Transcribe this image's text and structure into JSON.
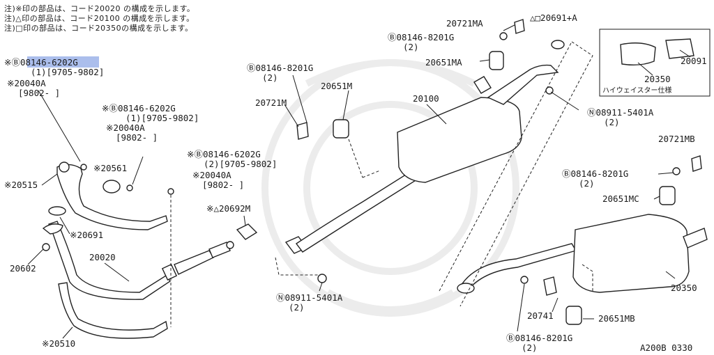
{
  "notes": [
    "注)※印の部品は、コード20020 の構成を示します。",
    "注)△印の部品は、コード20100 の構成を示します。",
    "注)□印の部品は、コード20350の構成を示します。"
  ],
  "callouts": {
    "c1": "※Ⓑ08146-6202G",
    "c1b": "(1)[9705-9802]",
    "c2": "※20040A",
    "c2b": "[9802-     ]",
    "c3": "※Ⓑ08146-6202G",
    "c3b": "(1)[9705-9802]",
    "c4": "※20040A",
    "c4b": "[9802-     ]",
    "c5": "※20561",
    "c6": "※20515",
    "c7": "※Ⓑ08146-6202G",
    "c7b": "(2)[9705-9802]",
    "c8": "※20040A",
    "c8b": "[9802-     ]",
    "c9": "※20691",
    "c10": "20602",
    "c11": "20020",
    "c12": "※20510",
    "c13": "※△20692M",
    "c14": "Ⓑ08146-8201G",
    "c14b": "(2)",
    "c15": "20721M",
    "c16": "20651M",
    "c17": "20100",
    "c18": "Ⓝ08911-5401A",
    "c18b": "(2)",
    "c19": "20721MA",
    "c20": "△□20691+A",
    "c21": "Ⓑ08146-8201G",
    "c21b": "(2)",
    "c22": "20651MA",
    "c23": "Ⓝ08911-5401A",
    "c23b": "(2)",
    "c24": "20721MB",
    "c25": "Ⓑ08146-8201G",
    "c25b": "(2)",
    "c26": "20651MC",
    "c27": "20350",
    "c28": "20741",
    "c29": "20651MB",
    "c30": "Ⓑ08146-8201G",
    "c30b": "(2)"
  },
  "inset": {
    "part_a": "20350",
    "part_b": "20091",
    "caption": "ハイウェイスター仕様"
  },
  "figure_code": "A200B 0330"
}
